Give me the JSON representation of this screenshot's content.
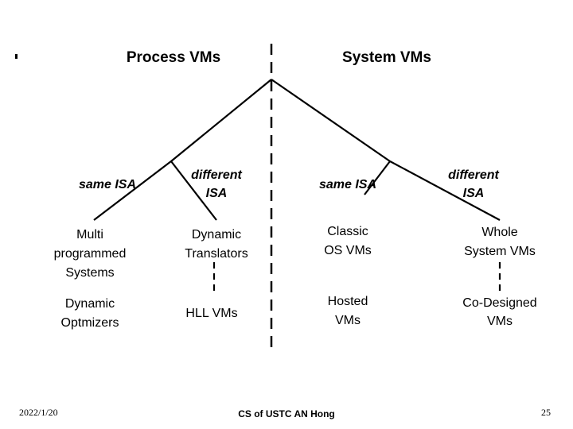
{
  "diagram": {
    "header_left": "Process VMs",
    "header_right": "System VMs",
    "branch_ll": "same ISA",
    "branch_lr": [
      "different",
      "ISA"
    ],
    "branch_rl": "same ISA",
    "branch_rr": [
      "different",
      "ISA"
    ],
    "leaf_multi": [
      "Multi",
      "programmed",
      "Systems"
    ],
    "leaf_dyn_trans": [
      "Dynamic",
      "Translators"
    ],
    "leaf_classic": [
      "Classic",
      "OS VMs"
    ],
    "leaf_whole": [
      "Whole",
      "System VMs"
    ],
    "leaf_dyn_opt": [
      "Dynamic",
      "Optmizers"
    ],
    "leaf_hll": "HLL VMs",
    "leaf_hosted": [
      "Hosted",
      "VMs"
    ],
    "leaf_codesigned": [
      "Co-Designed",
      "VMs"
    ]
  },
  "footer": {
    "date": "2022/1/20",
    "center": "CS of USTC AN Hong",
    "page": "25"
  }
}
